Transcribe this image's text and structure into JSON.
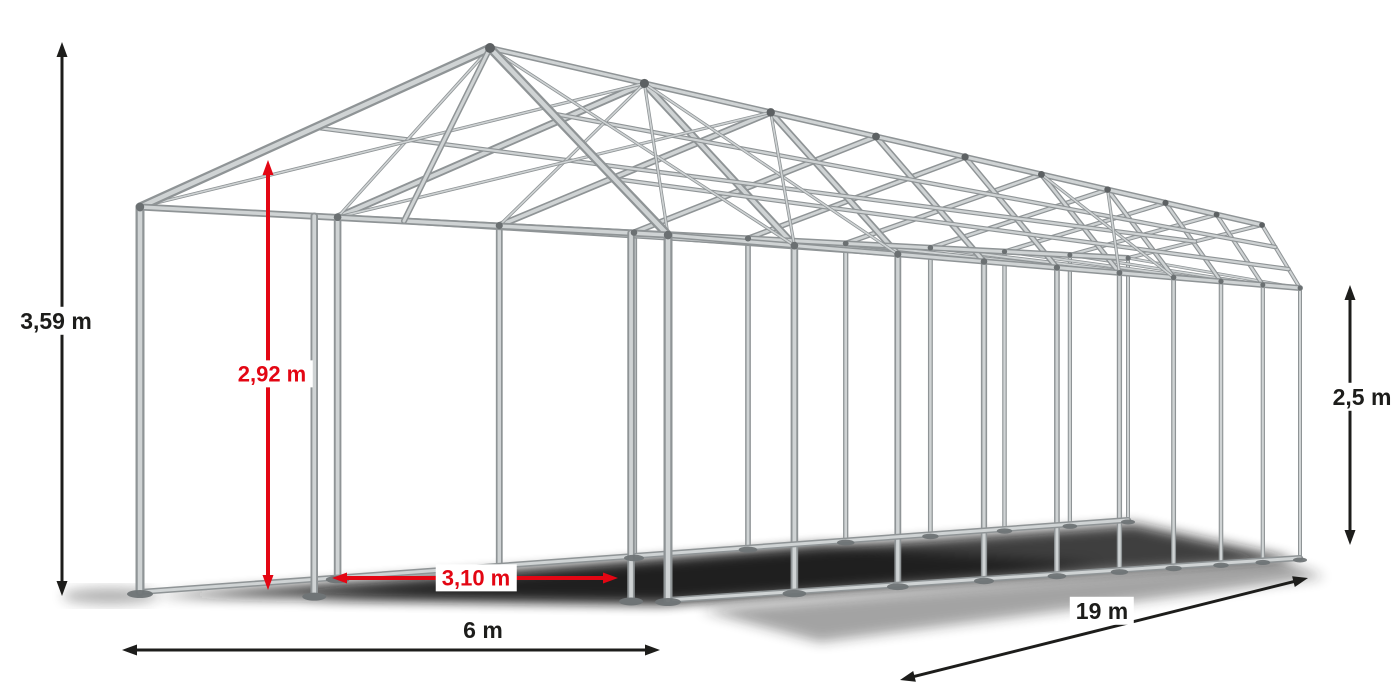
{
  "diagram": {
    "name": "Tent frame construction diagram with dimensions",
    "labels": {
      "total_height": "3,59 m",
      "clear_height": "2,92 m",
      "entry_width": "3,10 m",
      "width": "6 m",
      "length": "19 m",
      "side_height": "2,5 m"
    },
    "colors": {
      "dimension_primary": "#1d1d1b",
      "dimension_accent": "#e30613",
      "frame_main": "#b4b8ba",
      "frame_highlight": "#cfd3d4",
      "frame_shade": "#8f9496",
      "shadow": "#121212"
    }
  }
}
